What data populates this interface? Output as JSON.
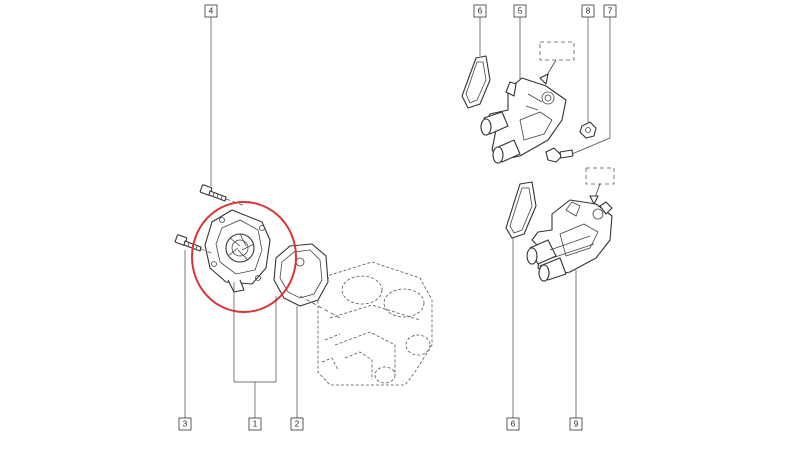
{
  "diagram": {
    "callouts": [
      {
        "id": "c4",
        "text": "4"
      },
      {
        "id": "c3",
        "text": "3"
      },
      {
        "id": "c1",
        "text": "1"
      },
      {
        "id": "c2",
        "text": "2"
      },
      {
        "id": "c6top",
        "text": "6"
      },
      {
        "id": "c5",
        "text": "5"
      },
      {
        "id": "c8",
        "text": "8"
      },
      {
        "id": "c7",
        "text": "7"
      },
      {
        "id": "c6bottom",
        "text": "6"
      },
      {
        "id": "c9",
        "text": "9"
      }
    ],
    "colors": {
      "highlight_circle": "#d93535",
      "line": "#333333",
      "background": "#ffffff"
    }
  }
}
